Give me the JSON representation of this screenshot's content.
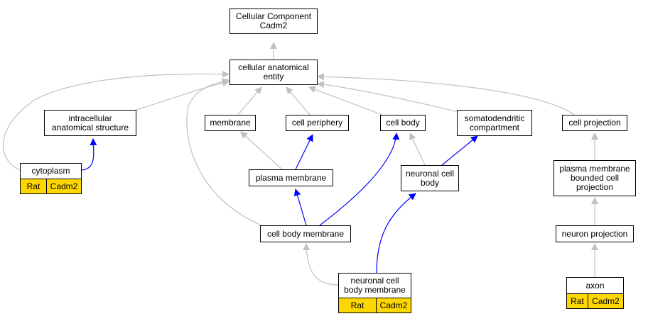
{
  "nodes": {
    "root": "Cellular Component\nCadm2",
    "cae": "cellular anatomical\nentity",
    "ias": "intracellular\nanatomical structure",
    "membrane": "membrane",
    "periphery": "cell periphery",
    "cellbody": "cell body",
    "somato": "somatodendritic\ncompartment",
    "cellproj": "cell projection",
    "cytoplasm": "cytoplasm",
    "plasmamem": "plasma membrane",
    "neuronalbody": "neuronal cell\nbody",
    "pmbcp": "plasma membrane\nbounded cell\nprojection",
    "neuronproj": "neuron projection",
    "cbm": "cell body membrane",
    "ncbm": "neuronal cell\nbody membrane",
    "axon": "axon"
  },
  "annotations": {
    "species": "Rat",
    "gene": "Cadm2"
  },
  "colors": {
    "is_a_edge": "#c0c0c0",
    "part_of_edge": "#0000ff",
    "annotation_fill": "#ffd700"
  }
}
